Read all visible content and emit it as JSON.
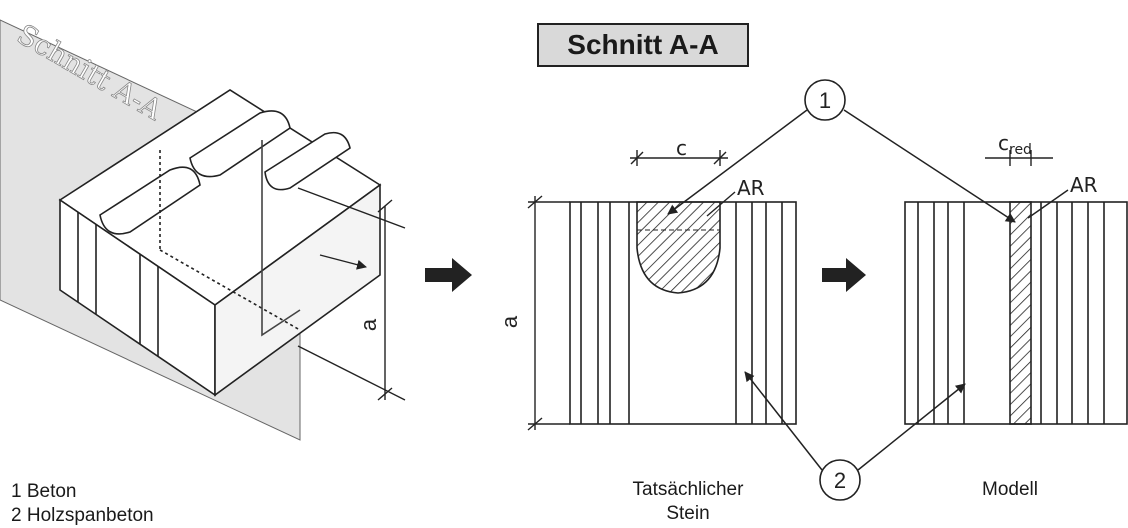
{
  "title": "Schnitt A-A",
  "iso_label": "Schnitt A-A",
  "dimension_a": "a",
  "dimension_c": "c",
  "dimension_c_red_main": "c",
  "dimension_c_red_sub": "red",
  "label_ar": "AR",
  "callout_1": "1",
  "callout_2": "2",
  "legend": [
    "1 Beton",
    "2 Holzspanbeton"
  ],
  "captions": {
    "actual_line1": "Tatsächlicher",
    "actual_line2": "Stein",
    "model": "Modell"
  }
}
